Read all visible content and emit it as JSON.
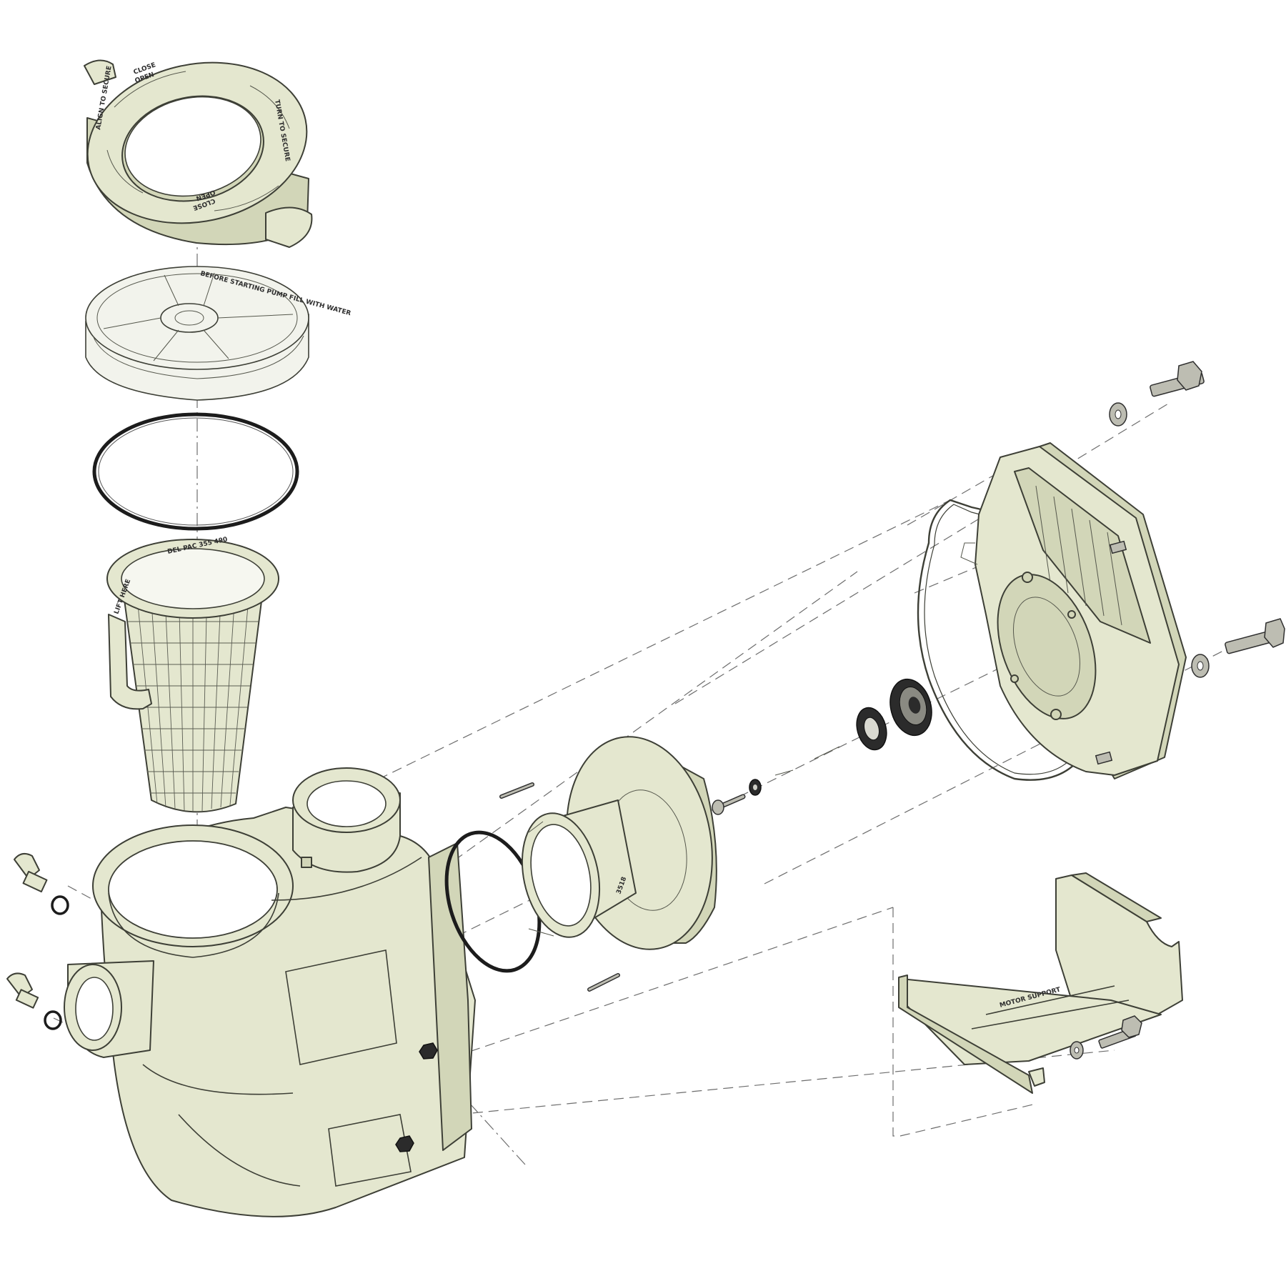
{
  "diagram": {
    "type": "exploded-parts-view",
    "colors": {
      "part_fill": "#e4e7cf",
      "outline": "#3d3f36",
      "rubber": "#1c1c1c",
      "background": "#ffffff"
    },
    "parts": [
      {
        "id": "lock-ring",
        "icon": "lock-ring-icon"
      },
      {
        "id": "clear-lid",
        "icon": "clear-lid-icon"
      },
      {
        "id": "lid-o-ring",
        "icon": "o-ring-icon"
      },
      {
        "id": "strainer-basket",
        "icon": "basket-icon"
      },
      {
        "id": "pump-housing",
        "icon": "housing-icon"
      },
      {
        "id": "drain-plug-upper",
        "icon": "drain-plug-icon"
      },
      {
        "id": "drain-plug-lower",
        "icon": "drain-plug-icon"
      },
      {
        "id": "diffuser-o-ring",
        "icon": "o-ring-icon"
      },
      {
        "id": "diffuser",
        "icon": "diffuser-icon"
      },
      {
        "id": "diffuser-pin-upper",
        "icon": "pin-icon"
      },
      {
        "id": "diffuser-pin-lower",
        "icon": "pin-icon"
      },
      {
        "id": "impeller-screw",
        "icon": "screw-icon"
      },
      {
        "id": "impeller-washer",
        "icon": "washer-icon"
      },
      {
        "id": "shaft-seal-ring",
        "icon": "seal-icon"
      },
      {
        "id": "shaft-seal-spring",
        "icon": "seal-icon"
      },
      {
        "id": "seal-plate-gasket",
        "icon": "gasket-icon"
      },
      {
        "id": "seal-plate",
        "icon": "seal-plate-icon"
      },
      {
        "id": "upper-bolt",
        "icon": "bolt-icon"
      },
      {
        "id": "upper-washer",
        "icon": "washer-icon"
      },
      {
        "id": "lower-bolt",
        "icon": "bolt-icon"
      },
      {
        "id": "lower-washer",
        "icon": "washer-icon"
      },
      {
        "id": "motor-support",
        "icon": "motor-support-icon"
      },
      {
        "id": "support-bolt",
        "icon": "bolt-icon"
      },
      {
        "id": "support-washer",
        "icon": "washer-icon"
      }
    ],
    "labels": {
      "ring_close_1": "CLOSE",
      "ring_open_1": "OPEN",
      "ring_close_2": "CLOSE",
      "ring_open_2": "OPEN",
      "ring_note_1": "TURN TO SECURE",
      "ring_note_2": "ALIGN TO SECURE",
      "lid_text": "BEFORE STARTING PUMP FILL WITH WATER",
      "basket_rim": "LIFT HERE",
      "basket_top": "DEL PAC 355 490",
      "diffuser_mark": "3518",
      "support_mark": "MOTOR SUPPORT"
    }
  }
}
